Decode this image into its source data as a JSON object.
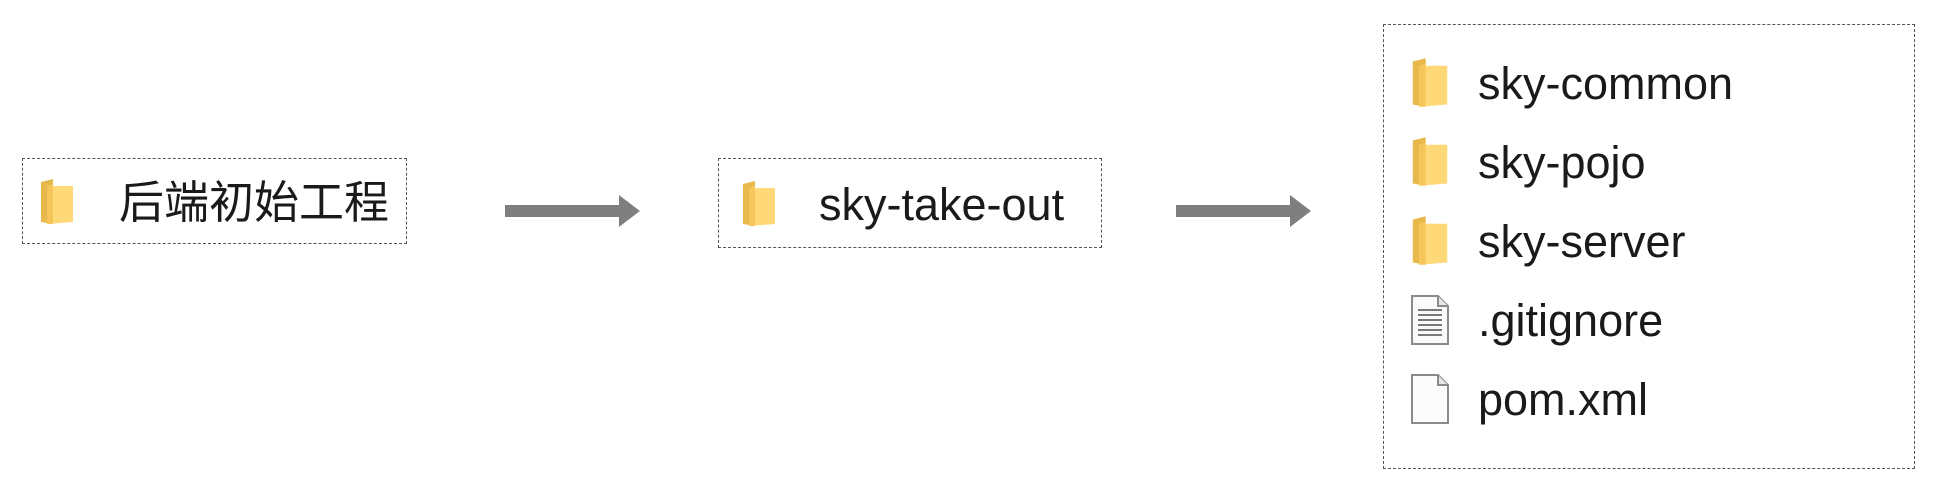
{
  "colors": {
    "folder_back": "#E7B94C",
    "folder_front": "#FFD978",
    "arrow": "#7F7F7F",
    "border": "#555555"
  },
  "root": {
    "label": "后端初始工程",
    "icon": "folder-icon"
  },
  "project": {
    "label": "sky-take-out",
    "icon": "folder-icon"
  },
  "modules": [
    {
      "label": "sky-common",
      "icon": "folder-icon"
    },
    {
      "label": "sky-pojo",
      "icon": "folder-icon"
    },
    {
      "label": "sky-server",
      "icon": "folder-icon"
    },
    {
      "label": ".gitignore",
      "icon": "text-file-icon"
    },
    {
      "label": "pom.xml",
      "icon": "file-icon"
    }
  ]
}
